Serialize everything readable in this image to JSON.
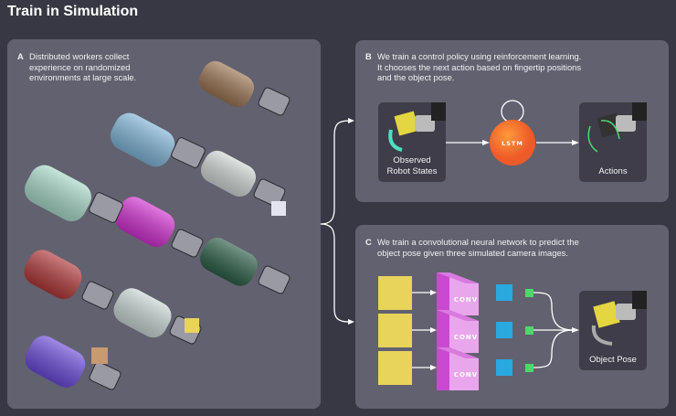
{
  "title": "Train in Simulation",
  "panel_a": {
    "letter": "A",
    "text_lines": [
      "Distributed workers collect",
      "experience on randomized",
      "environments at large scale."
    ]
  },
  "panel_b": {
    "letter": "B",
    "text_lines": [
      "We train a control policy using reinforcement learning.",
      "It chooses the next action based on fingertip positions",
      "and the object pose."
    ],
    "input_label_lines": [
      "Observed",
      "Robot States"
    ],
    "node_label": "LSTM",
    "output_label": "Actions"
  },
  "panel_c": {
    "letter": "C",
    "text_lines": [
      "We train a convolutional neural network to predict the",
      "object pose given three simulated camera images."
    ],
    "conv_label": "CONV",
    "output_label": "Object Pose"
  },
  "colors": {
    "background": "#383844",
    "panel": "#62616f",
    "lstm": "#f26a2a",
    "conv": "#d25ad8",
    "dense": "#2aa8e0",
    "out": "#4cd86a",
    "camera": "#e8d45a"
  }
}
